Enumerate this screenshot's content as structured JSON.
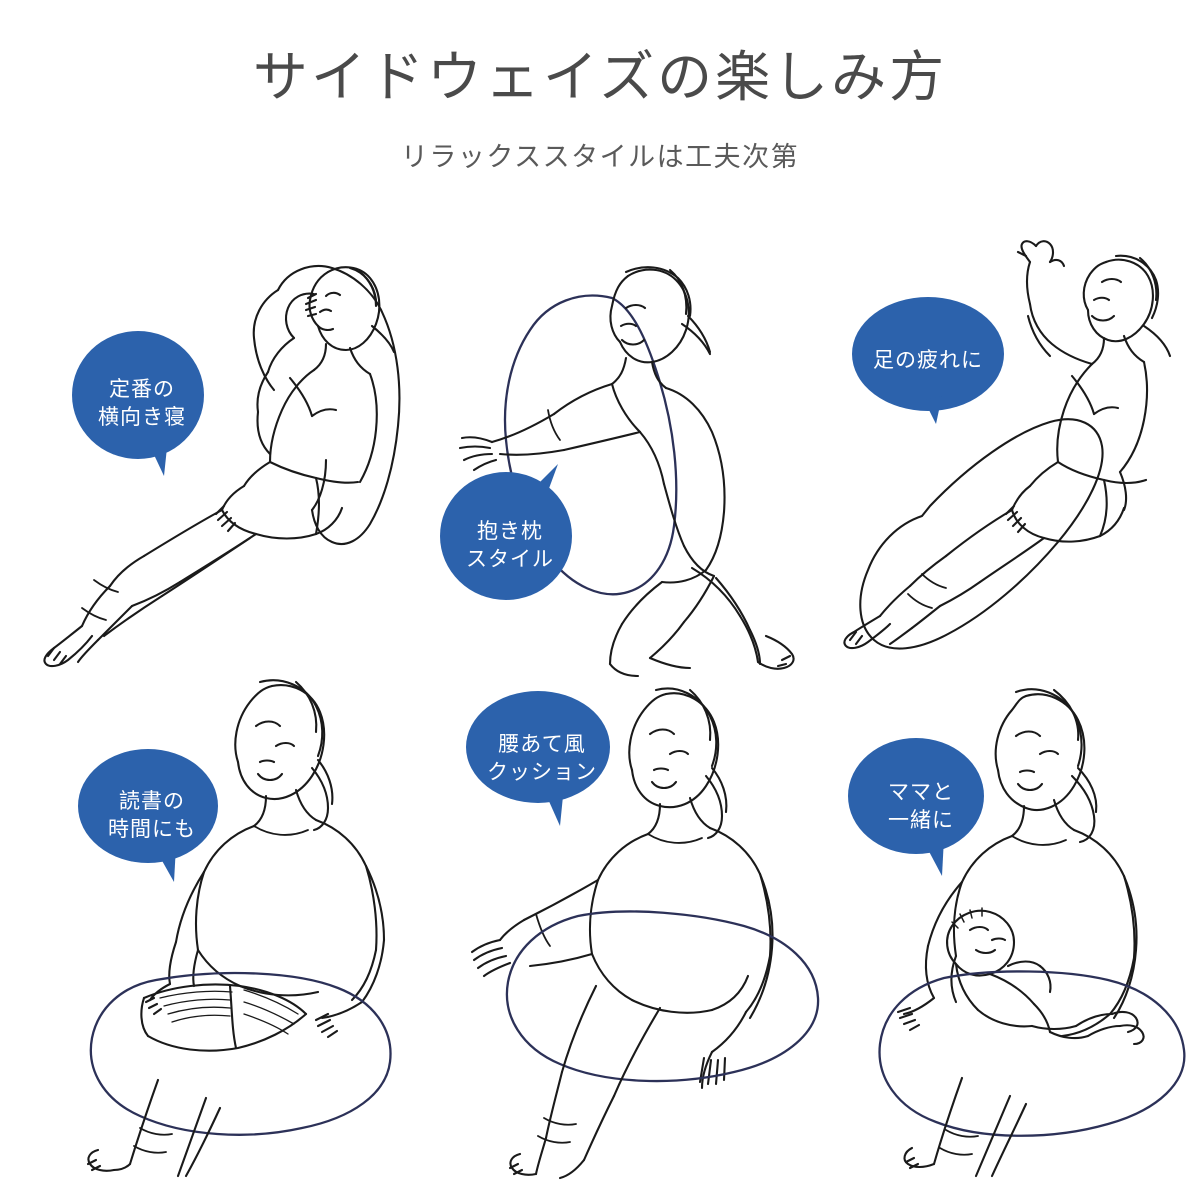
{
  "header": {
    "title": "サイドウェイズの楽しみ方",
    "subtitle": "リラックススタイルは工夫次第"
  },
  "colors": {
    "bubble_blue": "#2C62AC",
    "pillow_navy": "#2C3158",
    "line_black": "#1A1A1A",
    "title_gray": "#4A4A4A",
    "background": "#FFFFFF",
    "bubble_text": "#FFFFFF"
  },
  "panels": [
    {
      "id": "side-sleeping",
      "bubble": {
        "lines": [
          "定番の",
          "横向き寝"
        ],
        "tail": "bottom-right"
      },
      "illustration": "woman-lying-on-side-with-long-pillow",
      "alt": "横向きに寝て長い枕にもたれる女性"
    },
    {
      "id": "hug-pillow",
      "bubble": {
        "lines": [
          "抱き枕",
          "スタイル"
        ],
        "tail": "top-right"
      },
      "illustration": "woman-hugging-pillow-sleeping",
      "alt": "枕を抱きしめて眠る女性"
    },
    {
      "id": "tired-legs",
      "bubble": {
        "lines": [
          "足の疲れに"
        ],
        "tail": "bottom"
      },
      "illustration": "woman-lying-legs-raised-on-pillow",
      "alt": "枕に足をのせて横たわる女性"
    },
    {
      "id": "reading-time",
      "bubble": {
        "lines": [
          "読書の",
          "時間にも"
        ],
        "tail": "bottom-right"
      },
      "illustration": "woman-sitting-reading-book-on-cushion",
      "alt": "クッションに本を置いて読書する女性"
    },
    {
      "id": "lumbar-cushion",
      "bubble": {
        "lines": [
          "腰あて風",
          "クッション"
        ],
        "tail": "bottom-right"
      },
      "illustration": "woman-sitting-with-lumbar-cushion",
      "alt": "腰あてとしてクッションを使う女性"
    },
    {
      "id": "with-mama",
      "bubble": {
        "lines": [
          "ママと",
          "一緒に"
        ],
        "tail": "bottom-right"
      },
      "illustration": "mother-holding-baby-on-cushion",
      "alt": "クッションの上で赤ちゃんを抱く母親"
    }
  ]
}
